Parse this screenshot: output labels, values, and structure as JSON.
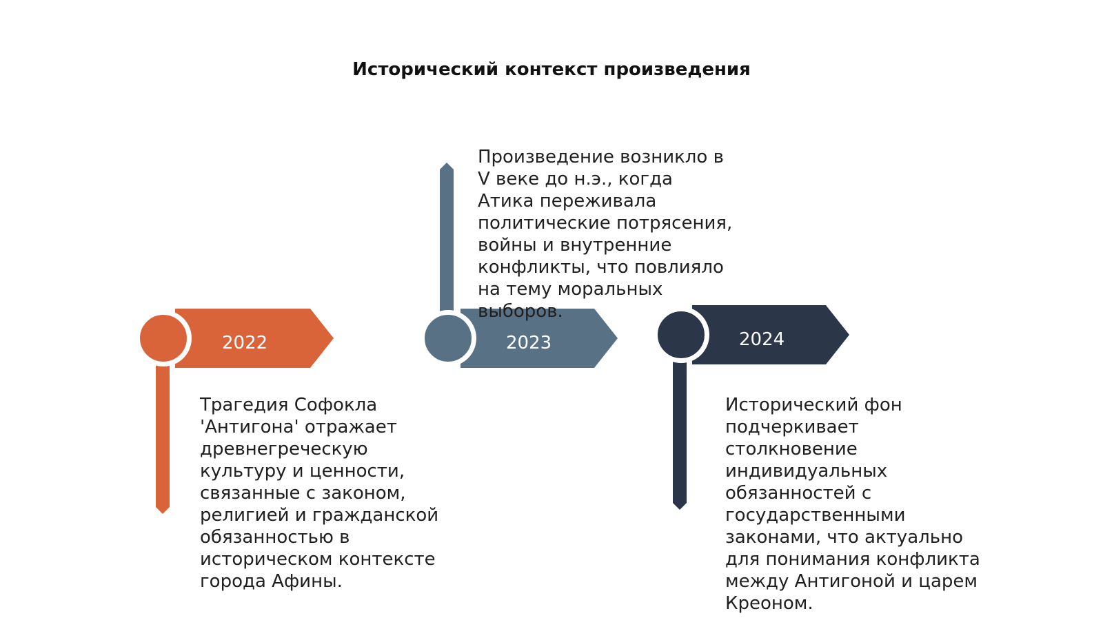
{
  "title": "Исторический контекст произведения",
  "colors": {
    "m1": "#d9643a",
    "m2": "#587184",
    "m3": "#2b3748"
  },
  "milestones": [
    {
      "year": "2022",
      "text": "Трагедия Софокла 'Антигона' отражает древнегреческую культуру и ценности, связанные с законом, религией и гражданской обязанностью в историческом контексте города Афины."
    },
    {
      "year": "2023",
      "text": "Произведение возникло в V веке до н.э., когда Атика переживала политические потрясения, войны и внутренние конфликты, что повлияло на тему моральных выборов."
    },
    {
      "year": "2024",
      "text": "Исторический фон подчеркивает столкновение индивидуальных обязанностей с государственными законами, что актуально для понимания конфликта между Антигоной и царем Креоном."
    }
  ]
}
